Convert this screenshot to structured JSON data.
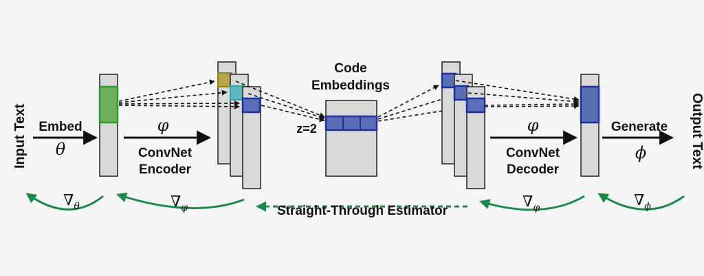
{
  "colors": {
    "background": "#f5f5f5",
    "column_fill": "#d9d9d9",
    "column_stroke": "#222222",
    "embed_highlight": "#6fae5a",
    "embed_highlight_stroke": "#2f9a2f",
    "enc_yellow": "#b5a64a",
    "enc_cyan": "#5fb8bf",
    "blue_fill": "#5a6fb5",
    "blue_stroke": "#1f2fa0",
    "gradient_green": "#1a8a4a",
    "arrow_black": "#111111"
  },
  "labels": {
    "input_text": "Input Text",
    "output_text": "Output Text",
    "embed": "Embed",
    "theta": "θ",
    "varphi_enc": "φ",
    "convnet_encoder_1": "ConvNet",
    "convnet_encoder_2": "Encoder",
    "code_embeddings_1": "Code",
    "code_embeddings_2": "Embeddings",
    "z_label": "z=2",
    "varphi_dec": "φ",
    "convnet_decoder_1": "ConvNet",
    "convnet_decoder_2": "Decoder",
    "generate": "Generate",
    "phi": "ϕ",
    "straight_through": "Straight-Through Estimator",
    "grad_theta": "∇",
    "grad_theta_sub": "θ",
    "grad_varphi_enc": "∇",
    "grad_varphi_enc_sub": "φ",
    "grad_varphi_dec": "∇",
    "grad_varphi_dec_sub": "φ",
    "grad_phi": "∇",
    "grad_phi_sub": "ϕ"
  }
}
